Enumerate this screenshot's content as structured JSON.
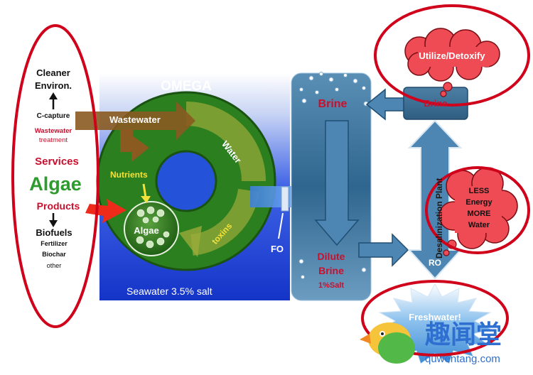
{
  "left_panel": {
    "cleaner": "Cleaner",
    "environ": "Environ.",
    "c_capture": "C-capture",
    "wastewater_line1": "Wastewater",
    "wastewater_line2": "treatment",
    "services": "Services",
    "algae": "Algae",
    "products": "Products",
    "biofuels": "Biofuels",
    "fertilizer": "Fertilizer",
    "biochar": "Biochar",
    "other": "other"
  },
  "omega": {
    "title": "OMEGA",
    "wastewater": "Wastewater",
    "water": "Water",
    "nutrients": "Nutrients",
    "algae": "Algae",
    "toxins": "toxins",
    "seawater": "Seawater 3.5% salt"
  },
  "fo_label": "FO",
  "brine_column": {
    "brine": "Brine",
    "dilute_line1": "Dilute",
    "dilute_line2": "Brine",
    "salt": "1%Salt"
  },
  "plant": {
    "brine": "Brine",
    "name": "Desalinization Plant",
    "ro": "RO"
  },
  "clouds": {
    "utilize": "Utilize/Detoxify",
    "less": "LESS",
    "energy": "Energy",
    "more": "MORE",
    "water": "Water"
  },
  "freshwater": "Freshwater!",
  "watermark": {
    "chinese": "趣闻堂",
    "url": "quwentang.com"
  },
  "colors": {
    "ring_red": "#d0021b",
    "omega_green": "#2c7f1f",
    "sea_blue": "#1f4fe0",
    "column_blue": "#2d6b9a",
    "arrow_brown": "#8a5a20",
    "brine_red": "#c8102e"
  }
}
